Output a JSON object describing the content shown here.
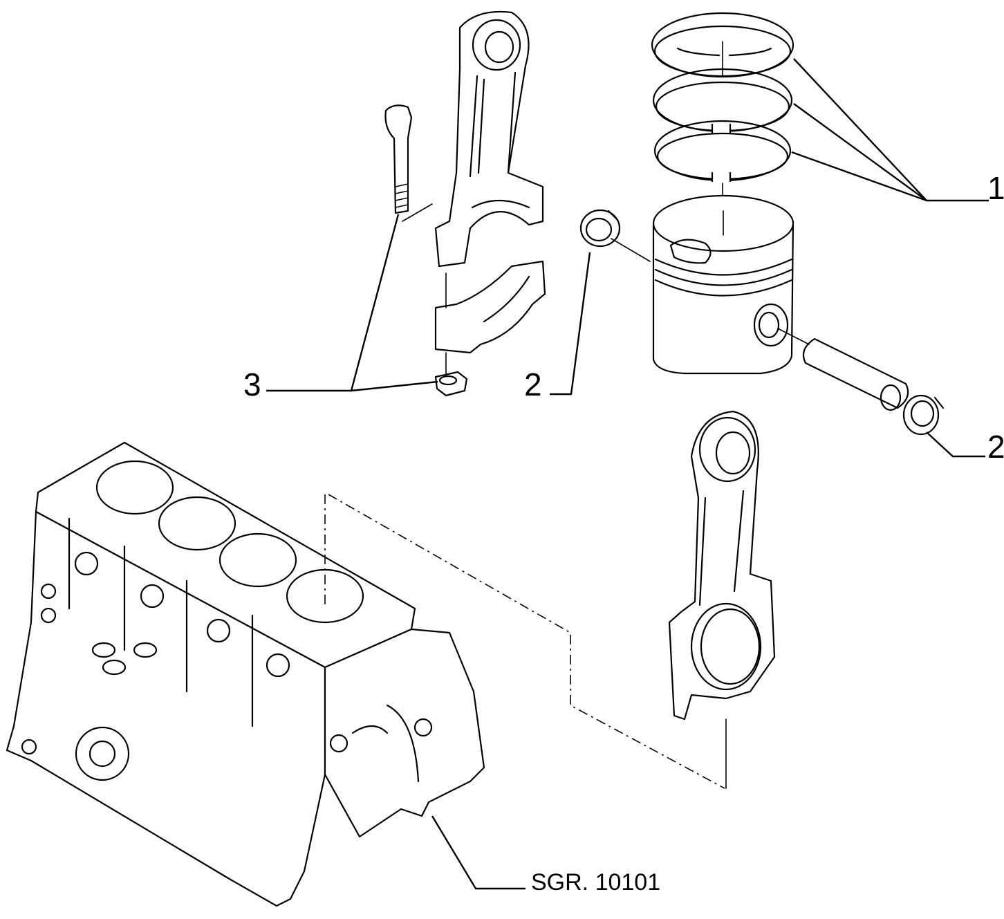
{
  "diagram": {
    "callouts": [
      {
        "id": "1",
        "label": "1",
        "part": "piston-rings"
      },
      {
        "id": "2a",
        "label": "2",
        "part": "circlip"
      },
      {
        "id": "2b",
        "label": "2",
        "part": "circlip"
      },
      {
        "id": "3",
        "label": "3",
        "part": "con-rod-bolt-and-nut"
      }
    ],
    "reference": "SGR. 10101"
  }
}
